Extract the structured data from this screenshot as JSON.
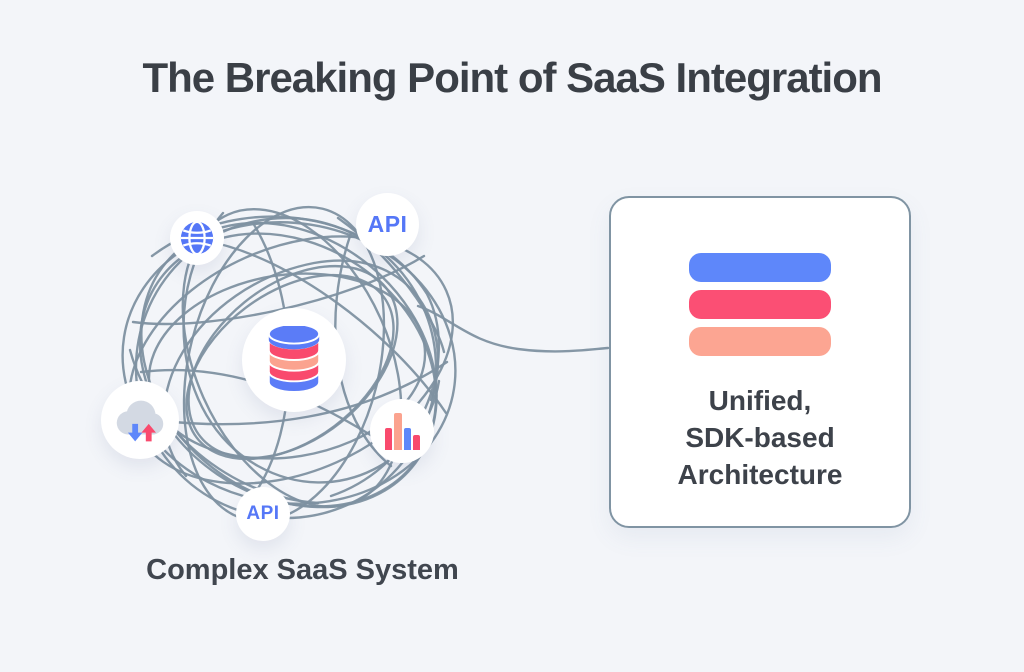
{
  "title": "The Breaking Point of SaaS Integration",
  "diagram": {
    "label": "Complex SaaS System",
    "api_label_top": "API",
    "api_label_bottom": "API",
    "icons": {
      "globe": "globe-icon",
      "database": "database-icon",
      "cloud_sync": "cloud-sync-icon",
      "bar_chart": "bar-chart-icon"
    }
  },
  "card": {
    "lines": [
      "Unified,",
      "SDK-based",
      "Architecture"
    ]
  },
  "colors": {
    "background": "#f3f5f9",
    "title_text": "#3a3f46",
    "tangle_line": "#7e91a1",
    "card_border": "#8094a3",
    "accent_blue": "#5e87fa",
    "accent_pink": "#fb4f74",
    "accent_salmon": "#fca592",
    "icon_blue": "#5577f7",
    "cloud_gray": "#d3d9e3"
  }
}
